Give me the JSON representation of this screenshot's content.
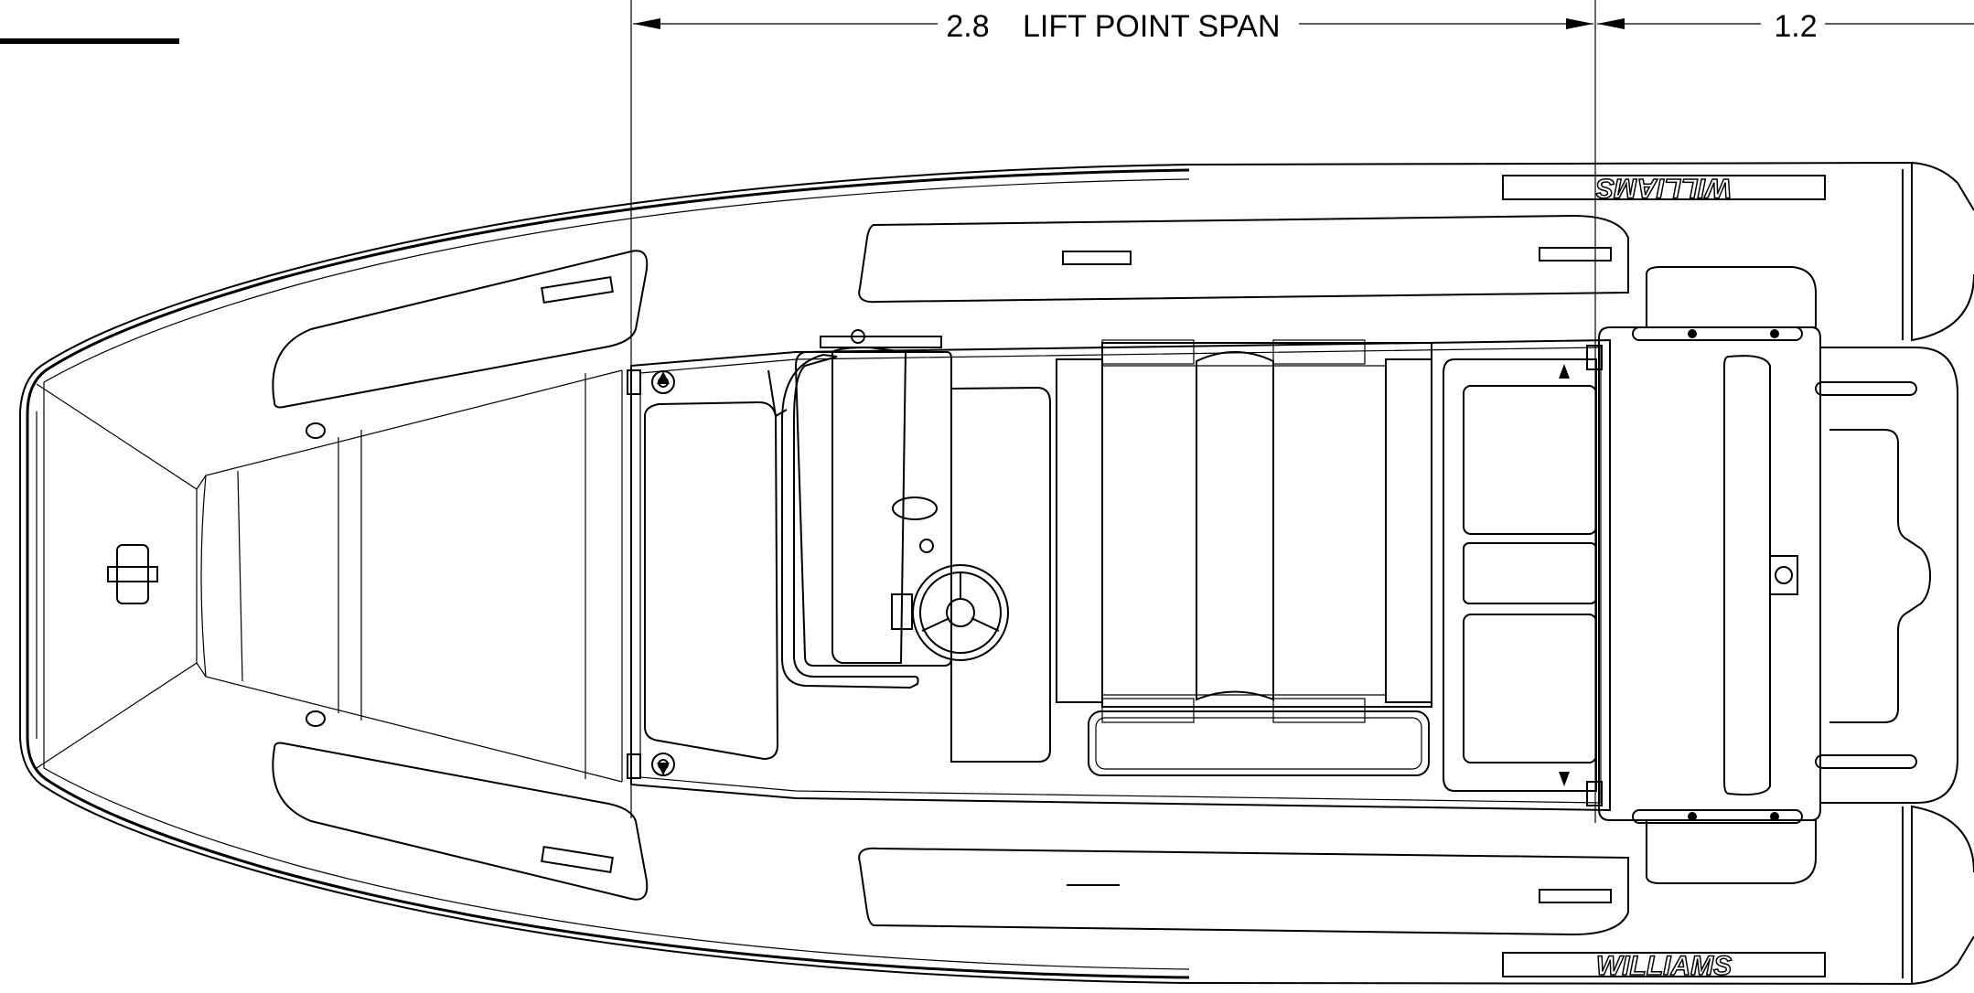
{
  "dimensions": {
    "lift_span_value": "2.8",
    "lift_span_label": "LIFT POINT SPAN",
    "aft_value": "1.2"
  },
  "branding": {
    "logo_text": "WILLIAMS"
  },
  "colors": {
    "line": "#000000",
    "background": "#ffffff"
  }
}
